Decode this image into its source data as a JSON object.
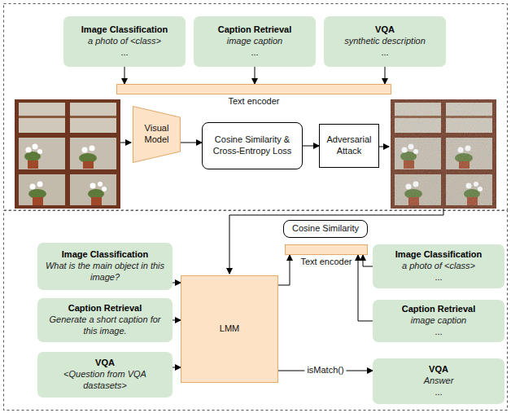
{
  "diagram": {
    "nodes": [
      {
        "text": [
          "Image Classification",
          "a photo of <class>",
          "..."
        ]
      },
      {
        "text": [
          "Caption Retrieval",
          "image caption",
          "..."
        ]
      },
      {
        "text": [
          "VQA",
          "synthetic description",
          "..."
        ]
      },
      {
        "text": [
          "Text encoder"
        ]
      },
      {
        "text": [
          "Visual Model"
        ]
      },
      {
        "text": [
          "Cosine Similarity & Cross-Entropy Loss"
        ]
      },
      {
        "text": [
          "Adversarial Attack"
        ]
      },
      {
        "text": [
          "Image Classification",
          "What is the main object in this image?"
        ]
      },
      {
        "text": [
          "Caption Retrieval",
          "Generate a short caption for this image."
        ]
      },
      {
        "text": [
          "VQA",
          "<Question from VQA dastasets>"
        ]
      },
      {
        "text": [
          "LMM"
        ]
      },
      {
        "text": [
          "Cosine Similarity"
        ]
      },
      {
        "text": [
          "Text encoder"
        ]
      },
      {
        "text": [
          "Image Classification",
          "a photo of <class>",
          "..."
        ]
      },
      {
        "text": [
          "Caption Retrieval",
          "image caption",
          "..."
        ]
      },
      {
        "text": [
          "VQA",
          "Answer",
          "..."
        ]
      }
    ],
    "edges": [
      {
        "from": 0,
        "to": 3,
        "arrow": "to"
      },
      {
        "from": 1,
        "to": 3,
        "arrow": "to"
      },
      {
        "from": 2,
        "to": 3,
        "arrow": "to"
      },
      {
        "from": 4,
        "to": 5,
        "arrow": "to"
      },
      {
        "from": 5,
        "to": 6,
        "arrow": "to"
      },
      {
        "from": 7,
        "to": 10,
        "arrow": "to"
      },
      {
        "from": 8,
        "to": 10,
        "arrow": "to"
      },
      {
        "from": 9,
        "to": 10,
        "arrow": "to"
      },
      {
        "from": 10,
        "to": 12,
        "arrow": "to"
      },
      {
        "from": 13,
        "to": 12,
        "arrow": "to"
      },
      {
        "from": 14,
        "to": 12,
        "arrow": "to"
      },
      {
        "from": 10,
        "to": 15,
        "label": "isMatch()",
        "arrow": "to"
      }
    ]
  }
}
